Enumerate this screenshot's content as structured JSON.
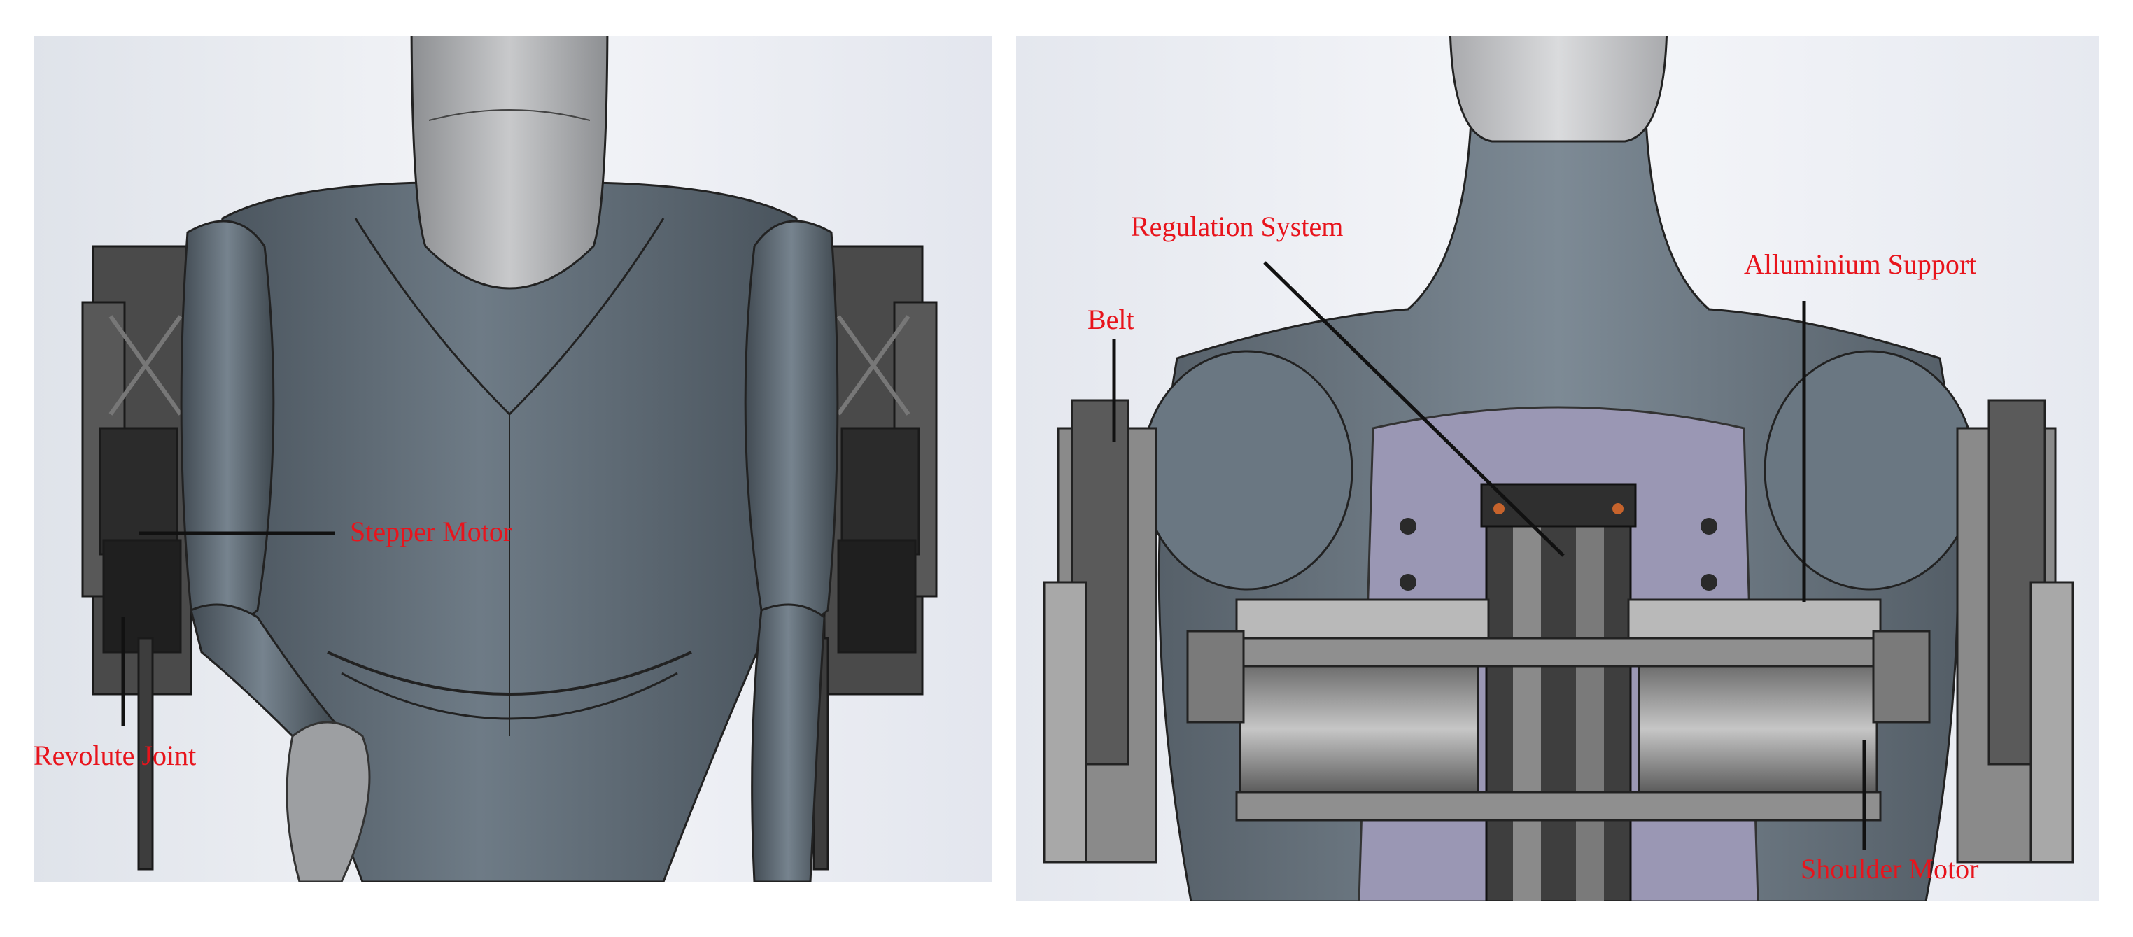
{
  "figure": {
    "left_panel": {
      "labels": {
        "stepper_motor": "Stepper Motor",
        "revolute_joint": "Revolute Joint"
      }
    },
    "right_panel": {
      "labels": {
        "regulation_system": "Regulation System",
        "alluminium_support": "Alluminium Support",
        "belt": "Belt",
        "shoulder_motor": "Shoulder Motor"
      }
    }
  },
  "colors": {
    "label_red": "#e8141c",
    "leader_line": "#111111",
    "body_grey": "#5f6a74",
    "plate_purple": "#9a97b4",
    "metal_grey": "#8a8a8a"
  }
}
